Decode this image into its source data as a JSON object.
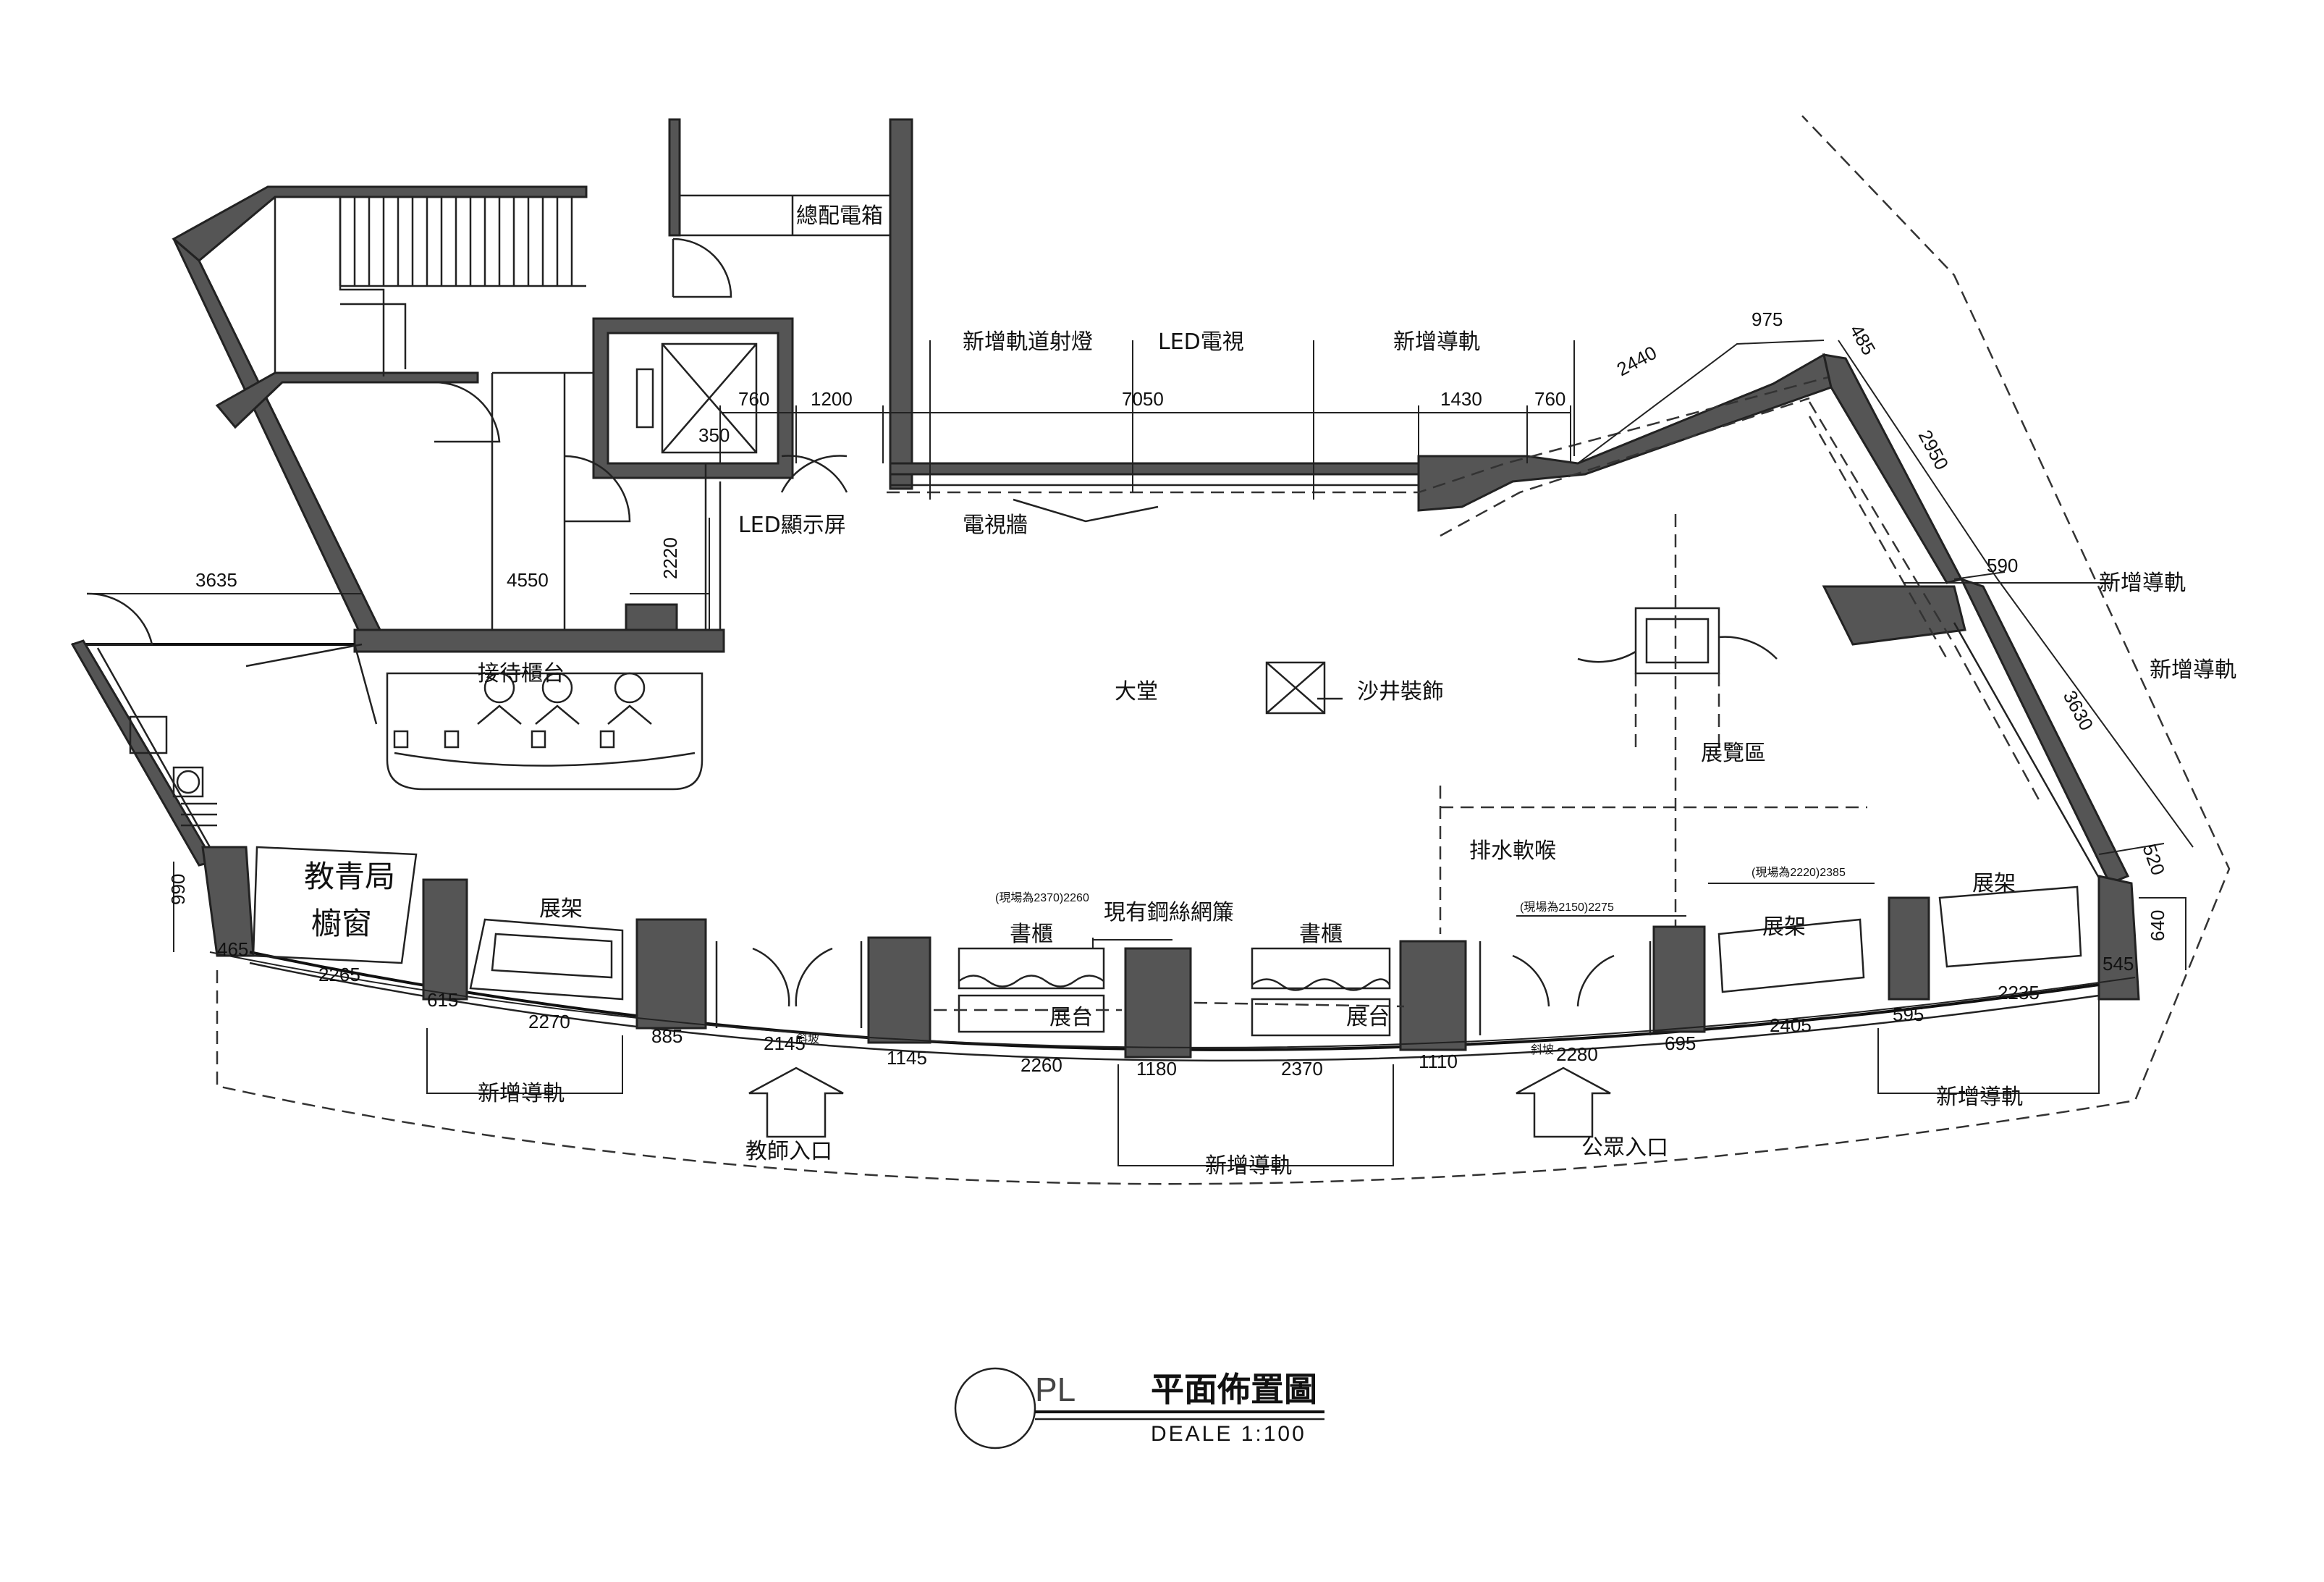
{
  "labels": {
    "main_switchboard": "總配電箱",
    "track_spotlight": "新增軌道射燈",
    "led_tv": "LED電視",
    "new_track_top": "新增導軌",
    "led_display": "LED顯示屏",
    "tv_wall": "電視牆",
    "reception": "接待櫃台",
    "lobby": "大堂",
    "sand_well": "沙井裝飾",
    "exhibition": "展覽區",
    "drain": "排水軟喉",
    "edb_line1": "教青局",
    "edb_line2": "櫥窗",
    "shelf_1": "展架",
    "shelf_2": "展架",
    "shelf_3": "展架",
    "bookcase_1": "書櫃",
    "bookcase_2": "書櫃",
    "steel_curtain": "現有鋼絲網簾",
    "stage_1": "展台",
    "stage_2": "展台",
    "teacher_entry": "教師入口",
    "public_entry": "公眾入口",
    "new_track_right1": "新增導軌",
    "new_track_right2": "新增導軌",
    "new_track_bottom1": "新增導軌",
    "new_track_bottom2": "新增導軌",
    "new_track_bottom3": "新增導軌",
    "ramp_1": "斜坡",
    "ramp_2": "斜坡"
  },
  "dims": {
    "d760a": "760",
    "d1200": "1200",
    "d7050": "7050",
    "d1430": "1430",
    "d760b": "760",
    "d2440": "2440",
    "d975": "975",
    "d485": "485",
    "d2950": "2950",
    "d590": "590",
    "d3630": "3630",
    "d520": "520",
    "d640": "640",
    "d545": "545",
    "d350": "350",
    "d3635": "3635",
    "d4550": "4550",
    "d2220": "2220",
    "d990": "990",
    "d465": "465",
    "d2265": "2265",
    "d615": "615",
    "d2270": "2270",
    "d885": "885",
    "d2145": "2145",
    "d1145": "1145",
    "d2260": "2260",
    "d1180": "1180",
    "d2370": "2370",
    "d1110": "1110",
    "d2280": "2280",
    "d695": "695",
    "d2405": "2405",
    "d595": "595",
    "d2235": "2235",
    "note1": "(現場為2370)2260",
    "note2": "(現場為2150)2275",
    "note3": "(現場為2220)2385"
  },
  "title_block": {
    "code": "PL",
    "title": "平面佈置圖",
    "scale": "DEALE   1:100"
  }
}
